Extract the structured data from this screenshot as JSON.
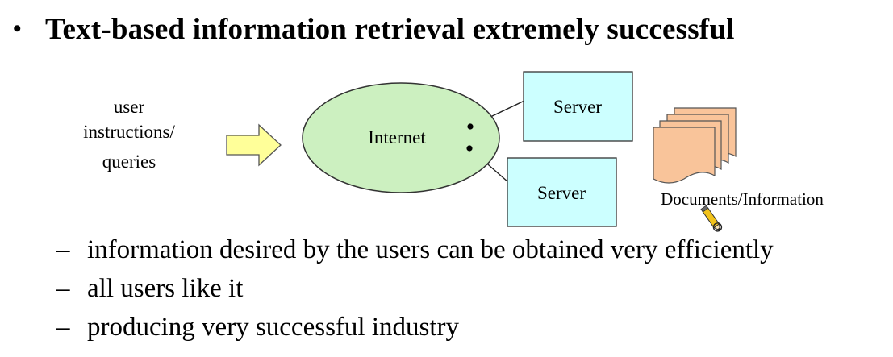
{
  "heading": {
    "bullet": "•",
    "text": "Text-based information retrieval extremely successful"
  },
  "diagram": {
    "user_label_lines": [
      "user",
      "instructions/",
      "queries"
    ],
    "internet_label": "Internet",
    "server_top_label": "Server",
    "server_bottom_label": "Server",
    "documents_label": "Documents/Information",
    "colors": {
      "ellipse_fill": "#ccf0c0",
      "server_fill": "#ccffff",
      "arrow_fill": "#ffff99",
      "doc_fill": "#f9c49a"
    },
    "icons": [
      "pencil-cursor-icon"
    ]
  },
  "sub_bullets": [
    {
      "dash": "–",
      "text": "information desired by the users can be obtained very efficiently"
    },
    {
      "dash": "–",
      "text": "all users like it"
    },
    {
      "dash": "–",
      "text": "producing very successful industry"
    }
  ]
}
